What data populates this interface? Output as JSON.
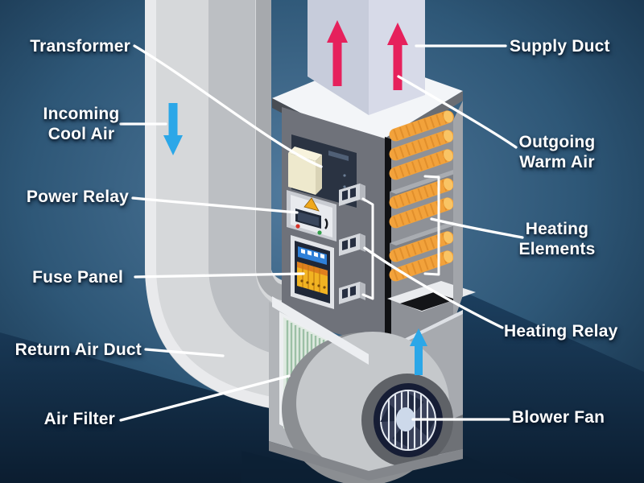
{
  "diagram": {
    "kind": "cutaway-illustration",
    "labels": {
      "transformer": "Transformer",
      "incoming_cool_air": {
        "line1": "Incoming",
        "line2": "Cool Air"
      },
      "power_relay": "Power Relay",
      "fuse_panel": "Fuse Panel",
      "return_air_duct": "Return Air Duct",
      "air_filter": "Air Filter",
      "supply_duct": "Supply Duct",
      "outgoing_warm_air": {
        "line1": "Outgoing",
        "line2": "Warm Air"
      },
      "heating_elements": {
        "line1": "Heating",
        "line2": "Elements"
      },
      "heating_relay": "Heating Relay",
      "blower_fan": "Blower Fan"
    },
    "colors": {
      "background_center": "#527B9E",
      "background_edge": "#122B42",
      "floor": "#10263C",
      "cool_air_arrow": "#2BA7E8",
      "warm_air_arrow": "#E6215C",
      "heating_element": "#F2A23B",
      "air_filter_pleats": "#9CC0A6",
      "leader_line": "#FFFFFF",
      "label_text": "#FFFFFF",
      "duct_metal": "#D5D7D9"
    }
  }
}
